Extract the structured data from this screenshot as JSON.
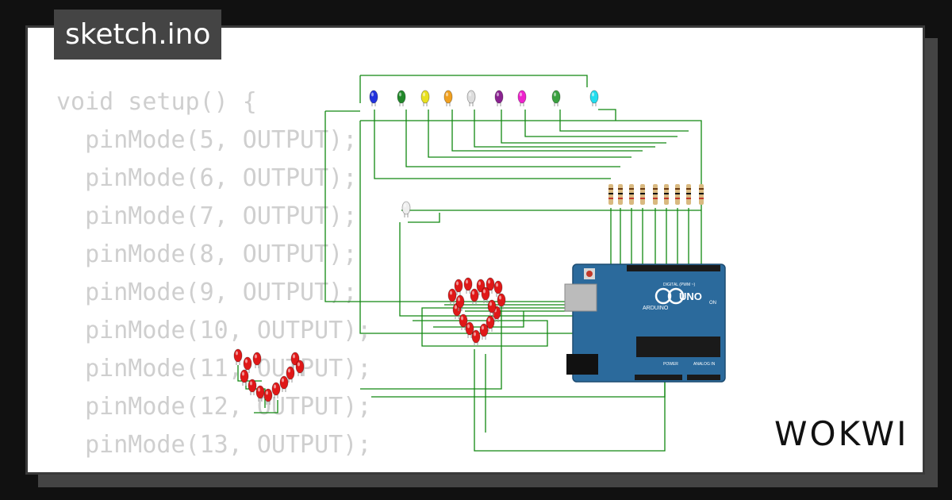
{
  "title": "sketch.ino",
  "code_lines": [
    "void setup() {",
    "  pinMode(5, OUTPUT);",
    "  pinMode(6, OUTPUT);",
    "  pinMode(7, OUTPUT);",
    "  pinMode(8, OUTPUT);",
    "  pinMode(9, OUTPUT);",
    "  pinMode(10, OUTPUT);",
    "  pinMode(11, OUTPUT);",
    "  pinMode(12, OUTPUT);",
    "  pinMode(13, OUTPUT);"
  ],
  "logo": "WOKWI",
  "board": {
    "name": "UNO",
    "brand": "ARDUINO",
    "digital_label": "DIGITAL (PWM ~)",
    "power_label": "POWER",
    "analog_label": "ANALOG IN",
    "on_label": "ON"
  },
  "led_colors": [
    "#2233dd",
    "#22882a",
    "#e8e020",
    "#f0a020",
    "#dddddd",
    "#8a2290",
    "#ee22cc",
    "#3aa040",
    "#22ddee"
  ],
  "colors": {
    "wire": "#118811",
    "board": "#2b6a9c",
    "heart_led": "#e01818",
    "background": "#111111",
    "tab": "#444444"
  }
}
